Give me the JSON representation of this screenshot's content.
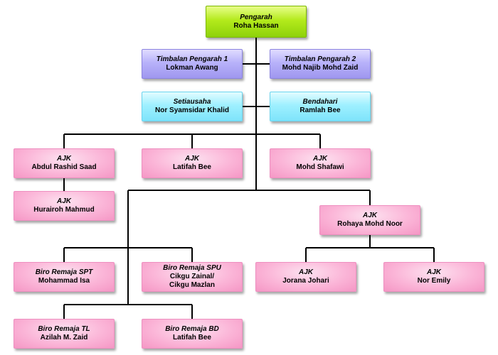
{
  "nodes": {
    "pengarah": {
      "role": "Pengarah",
      "name": "Roha Hassan"
    },
    "timbalan1": {
      "role": "Timbalan Pengarah 1",
      "name": "Lokman Awang"
    },
    "timbalan2": {
      "role": "Timbalan Pengarah 2",
      "name": "Mohd Najib Mohd Zaid"
    },
    "setiausaha": {
      "role": "Setiausaha",
      "name": "Nor Syamsidar Khalid"
    },
    "bendahari": {
      "role": "Bendahari",
      "name": "Ramlah Bee"
    },
    "ajk_abdul": {
      "role": "AJK",
      "name": "Abdul Rashid Saad"
    },
    "ajk_latifah": {
      "role": "AJK",
      "name": "Latifah Bee"
    },
    "ajk_shafawi": {
      "role": "AJK",
      "name": "Mohd Shafawi"
    },
    "ajk_hurairoh": {
      "role": "AJK",
      "name": "Hurairoh Mahmud"
    },
    "ajk_rohaya": {
      "role": "AJK",
      "name": "Rohaya Mohd Noor"
    },
    "biro_spt": {
      "role": "Biro Remaja SPT",
      "name": "Mohammad Isa"
    },
    "biro_spu": {
      "role": "Biro Remaja SPU",
      "name": "Cikgu Zainal/\nCikgu Mazlan"
    },
    "ajk_jorana": {
      "role": "AJK",
      "name": "Jorana Johari"
    },
    "ajk_emily": {
      "role": "AJK",
      "name": "Nor Emily"
    },
    "biro_tl": {
      "role": "Biro Remaja TL",
      "name": "Azilah M. Zaid"
    },
    "biro_bd": {
      "role": "Biro Remaja BD",
      "name": "Latifah Bee"
    }
  },
  "colors": {
    "top": "#a6e01a",
    "deputy": "#b3adf8",
    "officer": "#9ff0ff",
    "member": "#fbb6d8",
    "connector": "#000000"
  }
}
